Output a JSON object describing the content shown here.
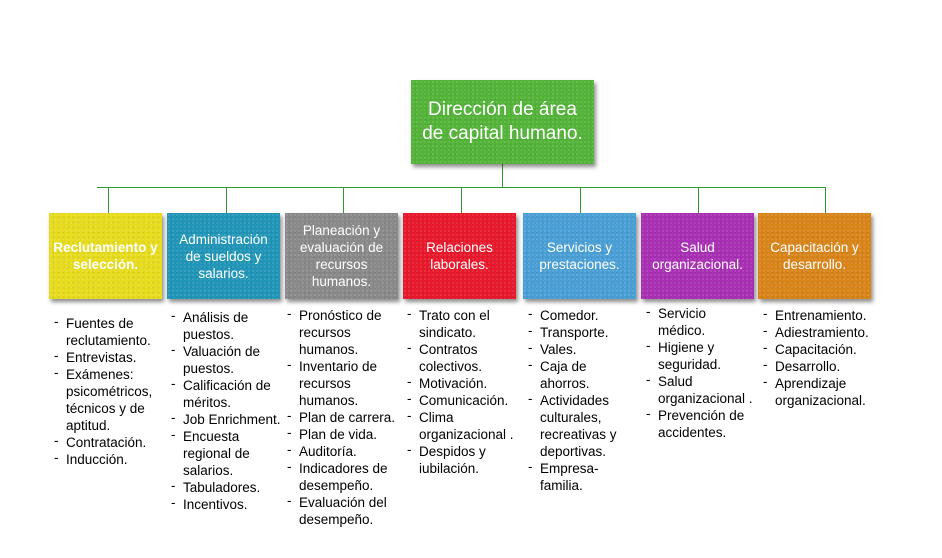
{
  "root": {
    "title": "Dirección de área de capital humano.",
    "color": "#54b43a"
  },
  "categories": [
    {
      "title": "Reclutamiento y selección.",
      "color": "#e8dc1e",
      "items": [
        "Fuentes de reclutamiento.",
        "Entrevistas.",
        "Exámenes: psicométricos, técnicos y de aptitud.",
        "Contratación.",
        "Inducción."
      ]
    },
    {
      "title": "Administración de sueldos y salarios.",
      "color": "#2196b8",
      "items": [
        "Análisis de puestos.",
        "Valuación de puestos.",
        "Calificación de méritos.",
        "Job Enrichment.",
        "Encuesta regional de salarios.",
        "Tabuladores.",
        "Incentivos."
      ]
    },
    {
      "title": "Planeación y evaluación de recursos humanos.",
      "color": "#8a8a8a",
      "items": [
        "Pronóstico de recursos humanos.",
        "Inventario de recursos humanos.",
        "Plan de carrera.",
        "Plan de vida.",
        "Auditoría.",
        "Indicadores de desempeño.",
        "Evaluación del desempeño."
      ]
    },
    {
      "title": "Relaciones laborales.",
      "color": "#e8192c",
      "items": [
        "Trato con el sindicato.",
        "Contratos colectivos.",
        "Motivación.",
        "Comunicación.",
        "Clima organizacional .",
        "Despidos y iubilación."
      ]
    },
    {
      "title": "Servicios y prestaciones.",
      "color": "#4a9fd6",
      "items": [
        "Comedor.",
        "Transporte.",
        "Vales.",
        "Caja de ahorros.",
        "Actividades culturales, recreativas y deportivas.",
        "Empresa-familia."
      ]
    },
    {
      "title": "Salud organizacional.",
      "color": "#a930b4",
      "items": [
        "Servicio médico.",
        "Higiene y seguridad.",
        "Salud organizacional .",
        "Prevención de accidentes."
      ]
    },
    {
      "title": "Capacitación y desarrollo.",
      "color": "#d9851a",
      "items": [
        "Entrenamiento.",
        "Adiestramiento.",
        "Capacitación.",
        "Desarrollo.",
        "Aprendizaje organizacional."
      ]
    }
  ]
}
